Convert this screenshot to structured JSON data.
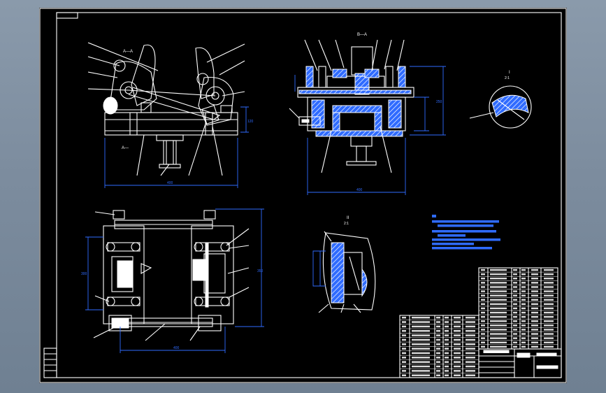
{
  "sections": {
    "main_section": "A—A",
    "main_section_lower": "A—",
    "top_view_section": "B—A",
    "detail_i_label": "I",
    "detail_i_scale": "2:1",
    "detail_ii_label": "II",
    "detail_ii_scale": "2:1"
  },
  "dimensions": {
    "front_width": "400",
    "front_height": "120",
    "section_width": "400",
    "section_height": "250",
    "plan_width": "400",
    "plan_height_left": "300",
    "plan_height_right": "350"
  },
  "colors": {
    "background": "#000000",
    "lines": "#ffffff",
    "dimensions": "#2f6bff",
    "window_chrome": "#7c8c9e"
  }
}
